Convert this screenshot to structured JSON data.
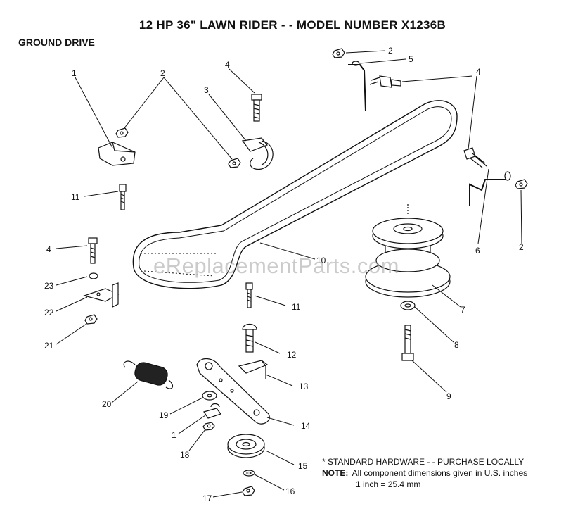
{
  "header": {
    "title": "12 HP 36\" LAWN RIDER - - MODEL NUMBER X1236B",
    "subtitle": "GROUND DRIVE"
  },
  "watermark": "eReplacementParts.com",
  "notes": {
    "standard_hardware": "* STANDARD HARDWARE - - PURCHASE LOCALLY",
    "note_label": "NOTE:",
    "note_text": "All component dimensions given in U.S. inches",
    "conversion": "1 inch = 25.4 mm"
  },
  "callouts": {
    "c1a": "1",
    "c2a": "2",
    "c4a": "4",
    "c3": "3",
    "c2b": "2",
    "c5": "5",
    "c4b": "4",
    "c11a": "11",
    "c4c": "4",
    "c23": "23",
    "c22": "22",
    "c21": "21",
    "c10": "10",
    "c6": "6",
    "c2c": "2",
    "c7": "7",
    "c8": "8",
    "c9": "9",
    "c11b": "11",
    "c12": "12",
    "c13": "13",
    "c20": "20",
    "c19": "19",
    "c1b": "1",
    "c18": "18",
    "c14": "14",
    "c15": "15",
    "c16": "16",
    "c17": "17"
  }
}
